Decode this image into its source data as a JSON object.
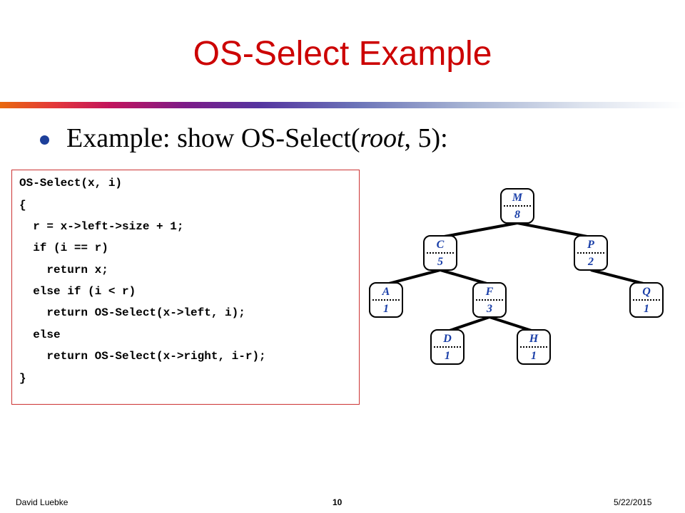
{
  "slide": {
    "title": "OS-Select Example",
    "bullet": {
      "prefix": "Example: show OS-Select(",
      "italic": "root",
      "suffix": ", 5):"
    }
  },
  "code": [
    "OS-Select(x, i)",
    "{",
    "  r = x->left->size + 1;",
    "  if (i == r)",
    "    return x;",
    "  else if (i < r)",
    "    return OS-Select(x->left, i);",
    "  else",
    "    return OS-Select(x->right, i-r);",
    "}"
  ],
  "tree": {
    "nodes": [
      {
        "key": "M",
        "size": "8"
      },
      {
        "key": "C",
        "size": "5"
      },
      {
        "key": "P",
        "size": "2"
      },
      {
        "key": "A",
        "size": "1"
      },
      {
        "key": "F",
        "size": "3"
      },
      {
        "key": "Q",
        "size": "1"
      },
      {
        "key": "D",
        "size": "1"
      },
      {
        "key": "H",
        "size": "1"
      }
    ],
    "edges": [
      [
        "M",
        "C"
      ],
      [
        "M",
        "P"
      ],
      [
        "C",
        "A"
      ],
      [
        "C",
        "F"
      ],
      [
        "P",
        "Q"
      ],
      [
        "F",
        "D"
      ],
      [
        "F",
        "H"
      ]
    ]
  },
  "footer": {
    "author": "David Luebke",
    "page": "10",
    "date": "5/22/2015"
  },
  "colors": {
    "title": "#cc0000",
    "bullet": "#1d3f9a",
    "node_text": "#1a3fa8",
    "code_border": "#cc3333"
  }
}
